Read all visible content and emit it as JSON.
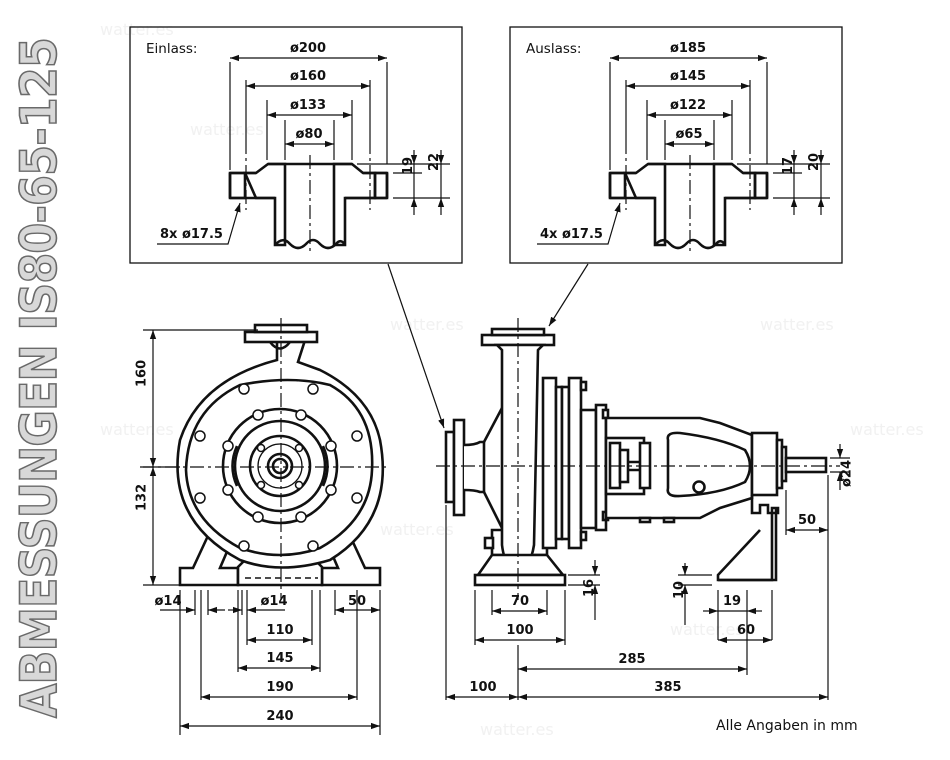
{
  "title": "ABMESSUNGEN IS80-65-125",
  "watermark": "watter.es",
  "note": "Alle Angaben in mm",
  "inlet_detail": {
    "label": "Einlass:",
    "flange_outer_diameter": "ø200",
    "bolt_circle_diameter": "ø160",
    "raised_face_diameter": "ø133",
    "bore_diameter": "ø80",
    "bolt_holes": "8x ø17.5",
    "flange_thickness": "19",
    "total_thickness": "22"
  },
  "outlet_detail": {
    "label": "Auslass:",
    "flange_outer_diameter": "ø185",
    "bolt_circle_diameter": "ø145",
    "raised_face_diameter": "ø122",
    "bore_diameter": "ø65",
    "bolt_holes": "4x ø17.5",
    "flange_thickness": "17",
    "total_thickness": "20"
  },
  "front_view": {
    "height_above_axis": "160",
    "height_below_axis": "132",
    "foot_hole_left": "ø14",
    "foot_hole_center": "ø14",
    "foot_width": "50",
    "inner_spacing": "110",
    "center_foot_width": "145",
    "hole_spacing": "190",
    "overall_width": "240"
  },
  "side_view": {
    "shaft_diameter": "ø24",
    "shaft_length": "50",
    "casing_foot_height": "16",
    "casing_foot_hole_spacing": "70",
    "casing_foot_width": "100",
    "bearing_foot_height": "10",
    "bearing_foot_hole_offset": "19",
    "bearing_foot_width": "60",
    "foot_spacing": "285",
    "inlet_to_casing_foot": "100",
    "casing_foot_to_shaft_end": "385"
  }
}
